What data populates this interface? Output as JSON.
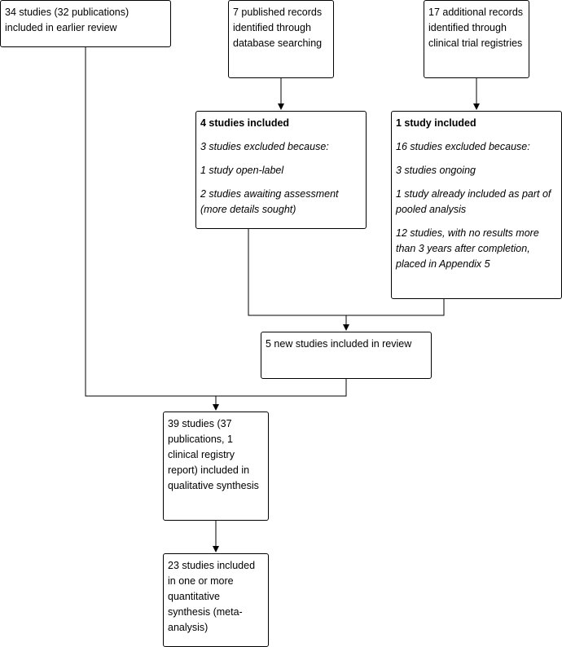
{
  "boxes": {
    "earlier_review": "34 studies (32 publications) included in earlier review",
    "database_records": "7 published records identified through database searching",
    "registry_records": "17 additional records identified through clinical trial registries",
    "db_included": {
      "title": "4 studies included",
      "excluded": "3 studies excluded because:",
      "reason1": "1 study open-label",
      "reason2": "2 studies awaiting assessment (more details sought)"
    },
    "reg_included": {
      "title": "1 study included",
      "excluded": "16 studies excluded because:",
      "reason1": "3 studies ongoing",
      "reason2": "1 study already included as part of pooled analysis",
      "reason3": "12 studies, with no results more than 3 years after completion, placed in Appendix 5"
    },
    "new_studies": "5 new studies included in review",
    "qualitative": "39 studies (37 publications, 1 clinical registry report) included in qualitative synthesis",
    "quantitative": "23 studies included in one or more quantitative synthesis (meta-analysis)"
  }
}
